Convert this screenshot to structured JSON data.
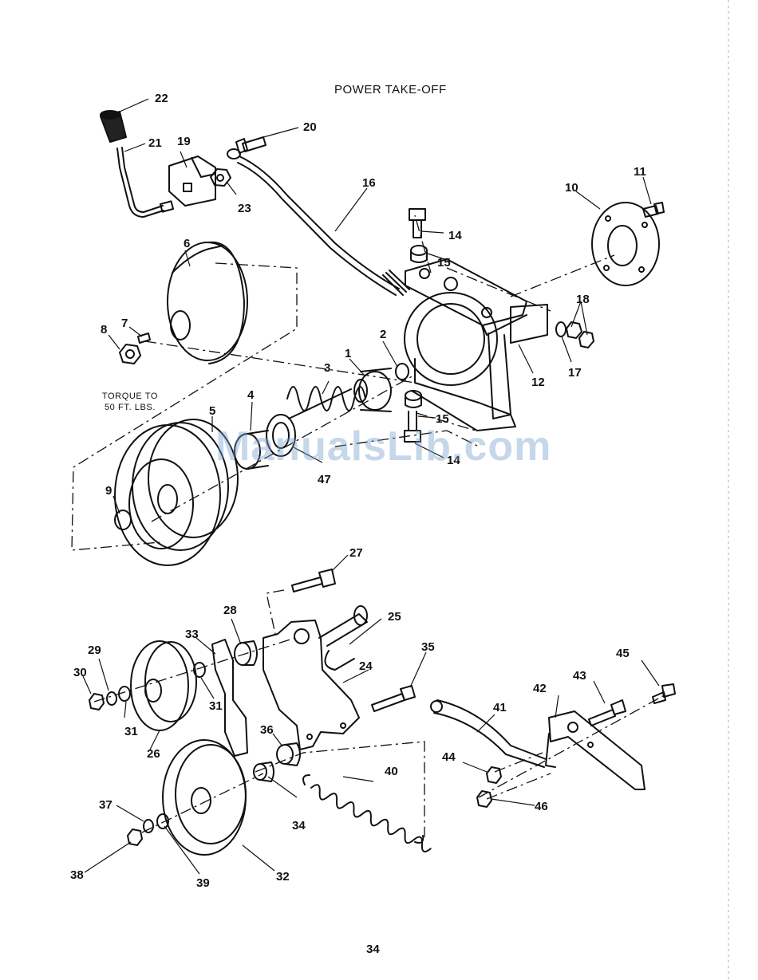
{
  "title": "POWER TAKE-OFF",
  "torque_note": [
    "TORQUE TO",
    "50 FT. LBS."
  ],
  "page_number": "34",
  "watermark": "ManualsLib.com",
  "callouts": [
    "1",
    "2",
    "3",
    "4",
    "5",
    "6",
    "7",
    "8",
    "9",
    "10",
    "11",
    "12",
    "14",
    "14",
    "15",
    "15",
    "16",
    "17",
    "18",
    "19",
    "20",
    "21",
    "22",
    "23",
    "24",
    "25",
    "26",
    "27",
    "28",
    "29",
    "30",
    "31",
    "31",
    "32",
    "33",
    "34",
    "35",
    "36",
    "37",
    "38",
    "39",
    "40",
    "41",
    "42",
    "43",
    "44",
    "45",
    "46",
    "47"
  ]
}
